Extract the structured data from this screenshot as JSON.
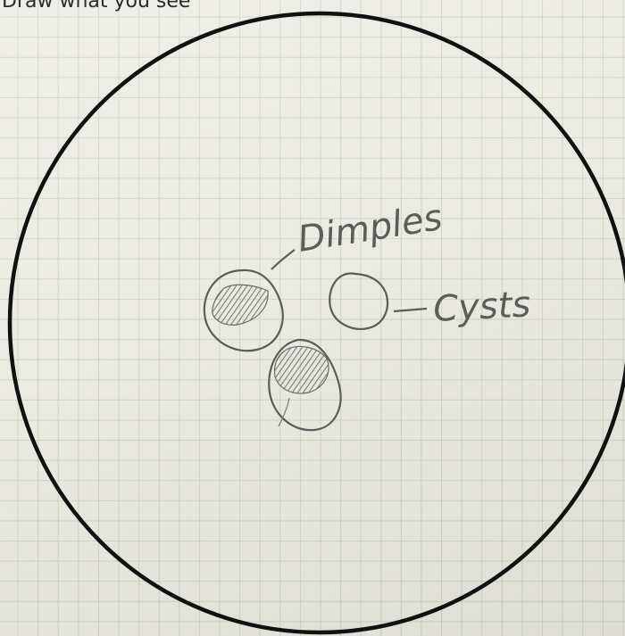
{
  "worksheet": {
    "prompt": "Draw what you see"
  },
  "drawing": {
    "labels": {
      "dimples": "Dimples",
      "cysts": "Cysts"
    },
    "colors": {
      "field_outline": "#111111",
      "pencil": "#5c5c5c",
      "pencil_shading": "#7a7a7a",
      "grid_line": "#bec4aa",
      "paper": "#ebeae3"
    }
  }
}
